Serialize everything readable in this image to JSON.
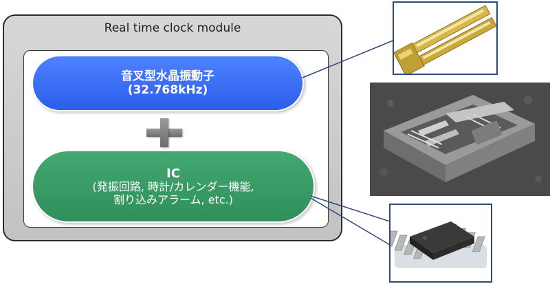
{
  "module": {
    "title": "Real time clock module"
  },
  "crystal_block": {
    "line1": "音叉型水晶振動子",
    "line2": "(32.768kHz)"
  },
  "ic_block": {
    "line1": "IC",
    "line2": "(発振回路, 時計/カレンダー機能,",
    "line3": "割り込みアラーム, etc.)"
  },
  "icons": {
    "plus": "plus-icon",
    "crystal_photo": "tuning-fork-crystal-image",
    "sem_photo": "module-internal-sem-image",
    "ic_photo": "ic-package-image"
  },
  "colors": {
    "crystal_block": "#3366ff",
    "ic_block": "#379a66",
    "module_bg": "#cccccc",
    "connector": "#2f4a7a"
  }
}
